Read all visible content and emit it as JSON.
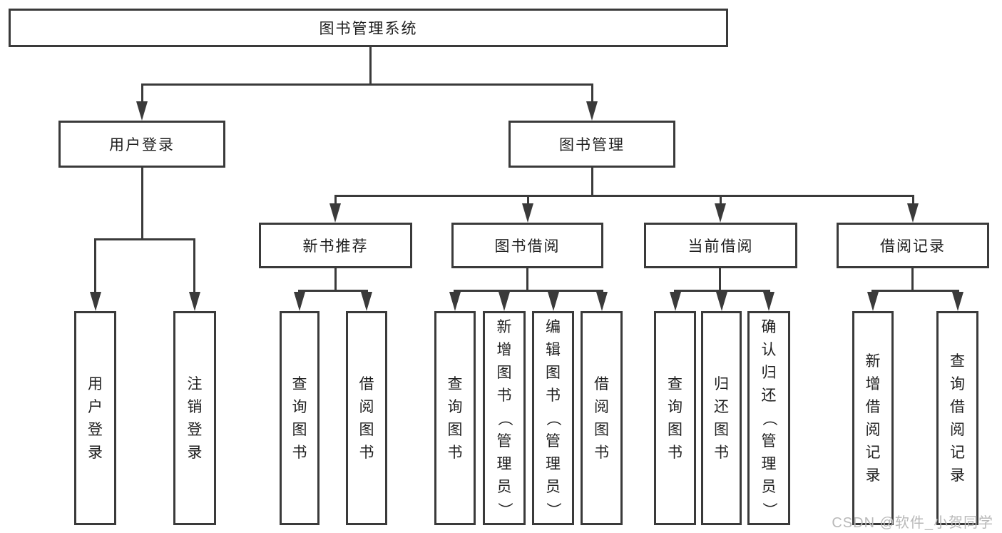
{
  "diagram": {
    "root": "图书管理系统",
    "level2": {
      "user": "用户登录",
      "book": "图书管理"
    },
    "level3": [
      "新书推荐",
      "图书借阅",
      "当前借阅",
      "借阅记录"
    ],
    "leaves": {
      "user": [
        "用户登录",
        "注销登录"
      ],
      "newbook": [
        "查询图书",
        "借阅图书"
      ],
      "borrow": [
        "查询图书",
        "新增图书（管理员）",
        "编辑图书（管理员）",
        "借阅图书"
      ],
      "current": [
        "查询图书",
        "归还图书",
        "确认归还（管理员）"
      ],
      "record": [
        "新增借阅记录",
        "查询借阅记录"
      ]
    }
  },
  "watermark": "CSDN @软件_小贺同学",
  "colors": {
    "line": "#3a3a3a",
    "text": "#1f1f1f",
    "watermark": "#b9b9b9",
    "background": "#ffffff"
  }
}
